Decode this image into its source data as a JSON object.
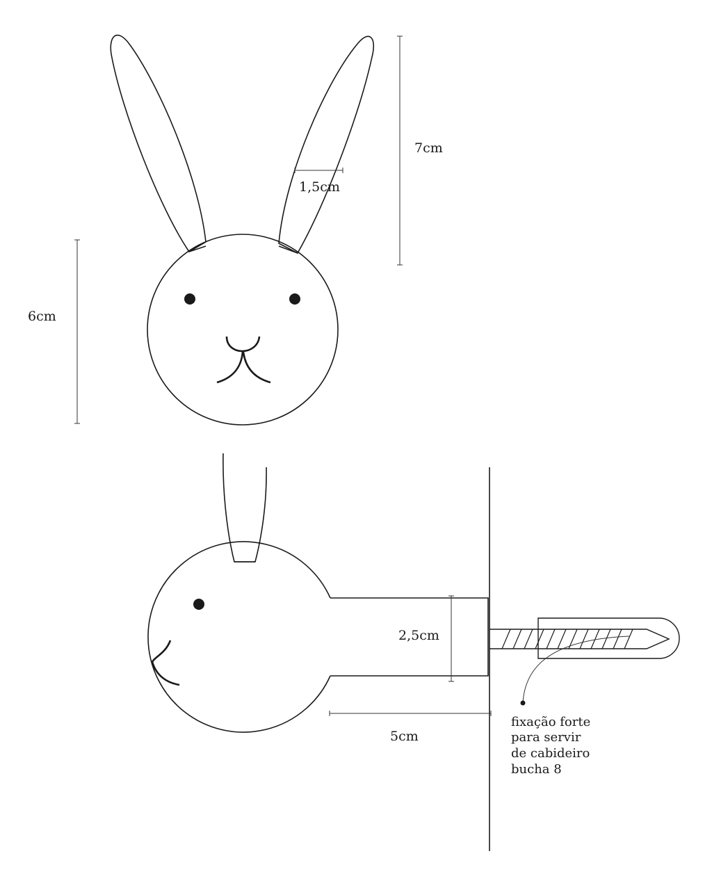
{
  "front_view": {
    "ear_height_label": "7cm",
    "ear_width_label": "1,5cm",
    "head_height_label": "6cm"
  },
  "side_view": {
    "neck_diameter_label": "2,5cm",
    "neck_length_label": "5cm",
    "note_lines": [
      "fixação forte",
      "para servir",
      "de cabideiro",
      "bucha 8"
    ]
  },
  "colors": {
    "ink": "#1a1a1a",
    "background": "#ffffff"
  }
}
